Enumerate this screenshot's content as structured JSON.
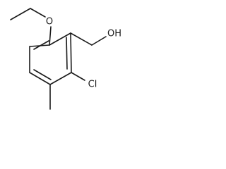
{
  "molecule": {
    "atoms": {
      "oxygen_ether": "O",
      "hydroxyl": "OH",
      "chlorine": "Cl"
    }
  }
}
